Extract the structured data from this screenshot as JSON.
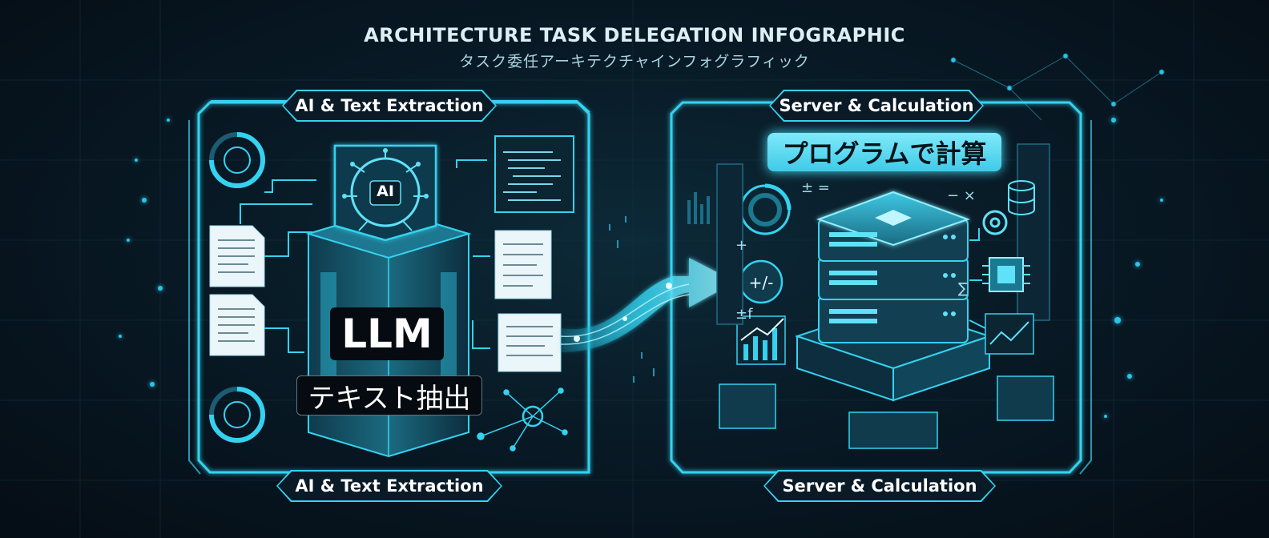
{
  "title": "ARCHITECTURE TASK DELEGATION INFOGRAPHIC",
  "subtitle": "タスク委任アーキテクチャインフォグラフィック",
  "left_panel": {
    "top_tab": "AI & Text Extraction",
    "bottom_tab": "AI & Text Extraction",
    "chip_label": "AI",
    "model_label": "LLM",
    "task_label": "テキスト抽出"
  },
  "right_panel": {
    "top_tab": "Server & Calculation",
    "bottom_tab": "Server & Calculation",
    "callout": "プログラムで計算"
  },
  "colors": {
    "accent": "#35d2f0",
    "background": "#07121c",
    "panel": "#0a1a26"
  },
  "icons": [
    "brain-chip-icon",
    "document-icon",
    "server-stack-icon",
    "gear-icon",
    "database-icon",
    "cpu-chip-icon",
    "network-icon",
    "plus-minus-icon",
    "chart-icon",
    "arrow-icon"
  ]
}
